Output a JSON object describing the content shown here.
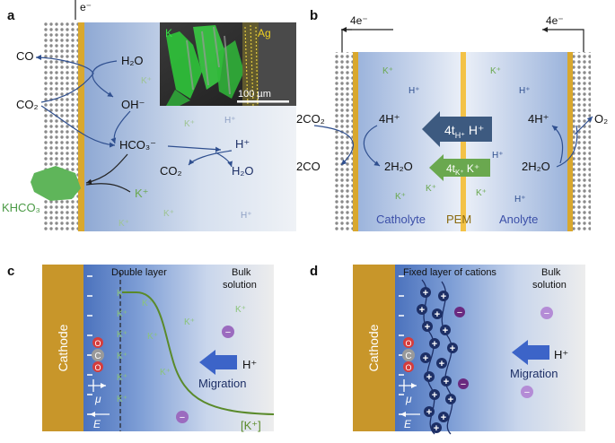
{
  "colors": {
    "gold": "#c8962a",
    "gold_bar": "#f3c247",
    "k_green": "#6aa84f",
    "h_blue": "#2f4f8f",
    "arrow_blue": "#3c64c8",
    "arrow_navy": "#3d5a80",
    "purple": "#9b6bbf",
    "navy_cation": "#1d2f66",
    "salt_green": "#5fb55a",
    "red": "#d63c3c"
  },
  "panel_a": {
    "letter": "a",
    "electron": "e⁻",
    "co": "CO",
    "co2": "CO₂",
    "h2o": "H₂O",
    "oh": "OH⁻",
    "hco3": "HCO₃⁻",
    "co2b": "CO₂",
    "h": "H⁺",
    "h2o_b": "H₂O",
    "k": "K⁺",
    "khco3": "KHCO₃",
    "k_faint": "K⁺",
    "h_faint": "H⁺",
    "inset_k": "K",
    "inset_ag": "Ag",
    "scale": "100 µm"
  },
  "panel_b": {
    "letter": "b",
    "left_electrons": "4e⁻",
    "right_electrons": "4e⁻",
    "co2": "2CO₂",
    "co": "2CO",
    "h_left": "4H⁺",
    "h2o_left": "2H₂O",
    "h_right": "4H⁺",
    "h2o_right": "2H₂O",
    "o2": "O₂",
    "arrow_h_prefix": "4t",
    "arrow_h_sub": "H⁺",
    "arrow_h_suffix": " H⁺",
    "arrow_k_prefix": "4t",
    "arrow_k_sub": "K⁺",
    "arrow_k_suffix": " K⁺",
    "k": "K⁺",
    "h": "H⁺",
    "catholyte": "Catholyte",
    "pem": "PEM",
    "anolyte": "Anolyte"
  },
  "panel_c": {
    "letter": "c",
    "cathode": "Cathode",
    "double_layer": "Double layer",
    "bulk": "Bulk",
    "solution": "solution",
    "k": "K⁺",
    "h": "H⁺",
    "migration": "Migration",
    "k_conc": "[K⁺]",
    "mu": "μ",
    "e_field": "E",
    "minus": "−",
    "c_atom": "C",
    "o_atom": "O"
  },
  "panel_d": {
    "letter": "d",
    "cathode": "Cathode",
    "fixed_layer": "Fixed layer of cations",
    "bulk": "Bulk",
    "solution": "solution",
    "h": "H⁺",
    "migration": "Migration",
    "mu": "μ",
    "e_field": "E",
    "plus": "+",
    "minus": "−",
    "c_atom": "C",
    "o_atom": "O"
  }
}
